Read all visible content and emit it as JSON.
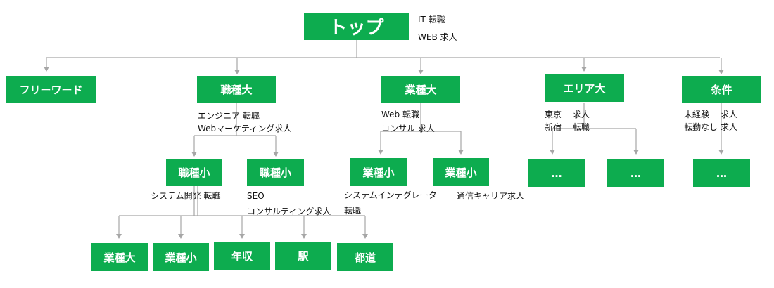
{
  "colors": {
    "node_fill": "#0dac4f",
    "node_text": "#ffffff",
    "connector": "#a6a6a6",
    "note_text": "#111111"
  },
  "top": {
    "label": "トップ",
    "notes": [
      "IT 転職",
      "WEB 求人"
    ]
  },
  "level1": [
    {
      "label": "フリーワード"
    },
    {
      "label": "職種大",
      "notes": [
        "エンジニア 転職",
        "Webマーケティング求人"
      ]
    },
    {
      "label": "業種大",
      "notes": [
        "Web 転職",
        "コンサル 求人"
      ]
    },
    {
      "label": "エリア大",
      "notes": [
        "東京　 求人",
        "新宿　 転職"
      ]
    },
    {
      "label": "条件",
      "notes": [
        "未経験　 求人",
        "転勤なし 求人"
      ]
    }
  ],
  "level2": {
    "job_small_1": {
      "label": "職種小",
      "note": "システム開発 転職"
    },
    "job_small_2": {
      "label": "職種小",
      "notes": [
        "SEO",
        "コンサルティング求人"
      ]
    },
    "industry_small_1": {
      "label": "業種小",
      "notes": [
        "システムインテグレータ",
        "転職"
      ]
    },
    "industry_small_2": {
      "label": "業種小",
      "note": "通信キャリア求人"
    },
    "area_more_1": {
      "label": "…"
    },
    "area_more_2": {
      "label": "…"
    },
    "condition_more": {
      "label": "…"
    }
  },
  "level3": [
    {
      "label": "業種大"
    },
    {
      "label": "業種小"
    },
    {
      "label": "年収"
    },
    {
      "label": "駅"
    },
    {
      "label": "都道"
    }
  ]
}
